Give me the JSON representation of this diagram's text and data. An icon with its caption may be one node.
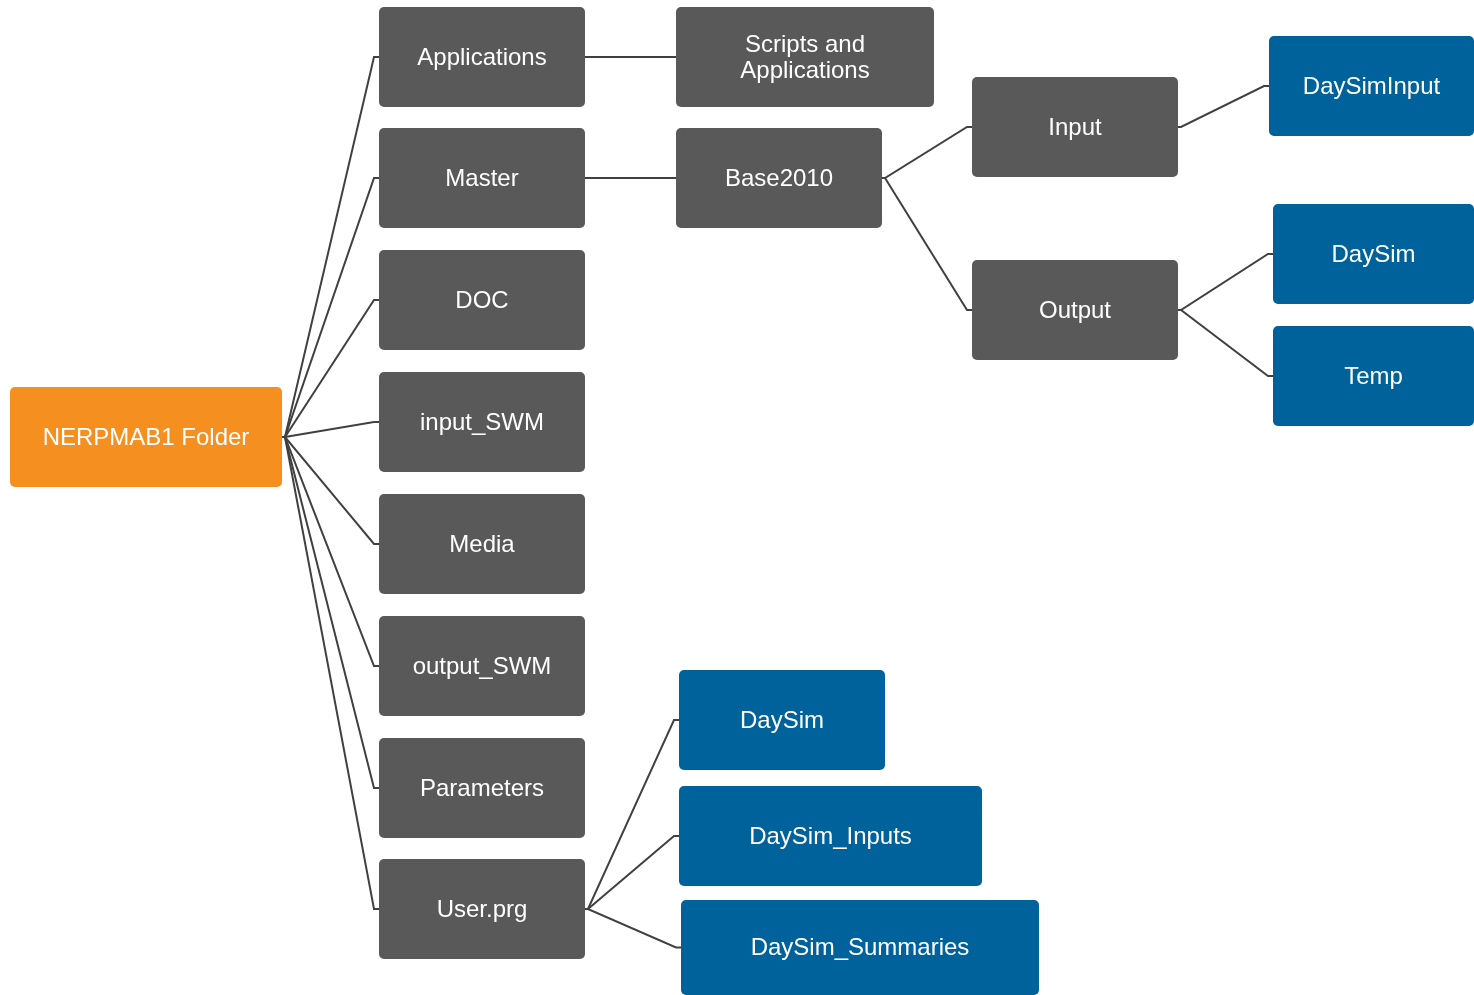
{
  "diagram": {
    "nodes": [
      {
        "text": [
          "NERPMAB1 Folder"
        ]
      },
      {
        "text": [
          "Applications"
        ]
      },
      {
        "text": [
          "Master"
        ]
      },
      {
        "text": [
          "DOC"
        ]
      },
      {
        "text": [
          "input_SWM"
        ]
      },
      {
        "text": [
          "Media"
        ]
      },
      {
        "text": [
          "output_SWM"
        ]
      },
      {
        "text": [
          "Parameters"
        ]
      },
      {
        "text": [
          "User.prg"
        ]
      },
      {
        "text": [
          "Scripts and Applications"
        ]
      },
      {
        "text": [
          "Base2010"
        ]
      },
      {
        "text": [
          "Input"
        ]
      },
      {
        "text": [
          "Output"
        ]
      },
      {
        "text": [
          "DaySimInput"
        ]
      },
      {
        "text": [
          "DaySim"
        ]
      },
      {
        "text": [
          "Temp"
        ]
      },
      {
        "text": [
          "DaySim"
        ]
      },
      {
        "text": [
          "DaySim_Inputs"
        ]
      },
      {
        "text": [
          "DaySim_Summaries"
        ]
      }
    ],
    "edges": [
      {
        "from": 0,
        "to": 1,
        "arrow": "none"
      },
      {
        "from": 0,
        "to": 2,
        "arrow": "none"
      },
      {
        "from": 0,
        "to": 3,
        "arrow": "none"
      },
      {
        "from": 0,
        "to": 4,
        "arrow": "none"
      },
      {
        "from": 0,
        "to": 5,
        "arrow": "none"
      },
      {
        "from": 0,
        "to": 6,
        "arrow": "none"
      },
      {
        "from": 0,
        "to": 7,
        "arrow": "none"
      },
      {
        "from": 0,
        "to": 8,
        "arrow": "none"
      },
      {
        "from": 1,
        "to": 9,
        "arrow": "none"
      },
      {
        "from": 2,
        "to": 10,
        "arrow": "none"
      },
      {
        "from": 10,
        "to": 11,
        "arrow": "none"
      },
      {
        "from": 10,
        "to": 12,
        "arrow": "none"
      },
      {
        "from": 11,
        "to": 13,
        "arrow": "none"
      },
      {
        "from": 12,
        "to": 14,
        "arrow": "none"
      },
      {
        "from": 12,
        "to": 15,
        "arrow": "none"
      },
      {
        "from": 8,
        "to": 16,
        "arrow": "none"
      },
      {
        "from": 8,
        "to": 17,
        "arrow": "none"
      },
      {
        "from": 8,
        "to": 18,
        "arrow": "none"
      }
    ]
  }
}
